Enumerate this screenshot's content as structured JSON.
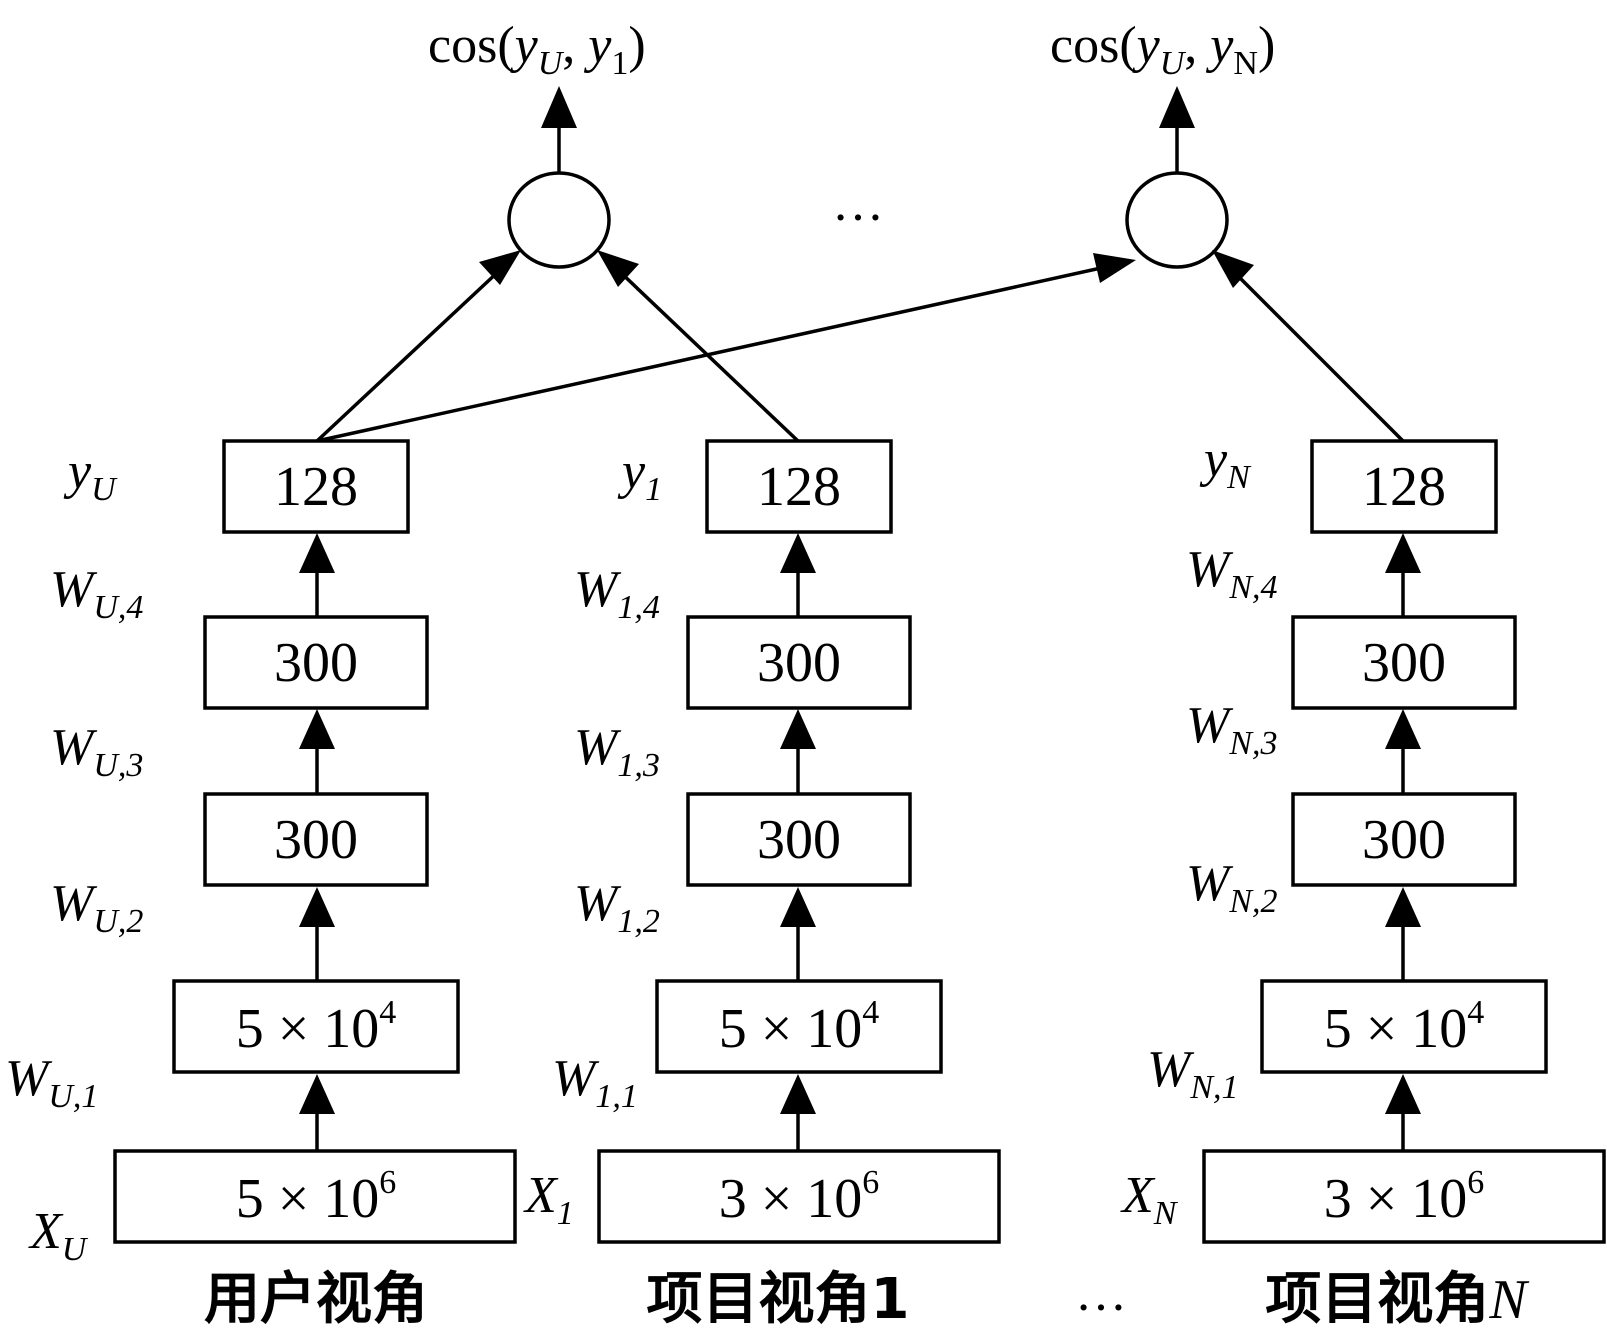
{
  "top_labels": {
    "left": {
      "prefix": "cos(",
      "v1": "y",
      "s1": "U",
      "sep": ", ",
      "v2": "y",
      "s2": "1",
      "suffix": ")"
    },
    "right": {
      "prefix": "cos(",
      "v1": "y",
      "s1": "U",
      "sep": ", ",
      "v2": "y",
      "s2": "N",
      "suffix": ")"
    }
  },
  "ellipsis": "…",
  "columns": [
    {
      "output": {
        "base": "y",
        "sub": "U"
      },
      "weights": [
        {
          "base": "W",
          "sub": "U,4"
        },
        {
          "base": "W",
          "sub": "U,3"
        },
        {
          "base": "W",
          "sub": "U,2"
        },
        {
          "base": "W",
          "sub": "U,1"
        }
      ],
      "input": {
        "base": "X",
        "sub": "U"
      },
      "layers": {
        "l4": "128",
        "l3": "300",
        "l2": "300",
        "l1_mant": "5 × 10",
        "l1_exp": "4",
        "l0_mant": "5 × 10",
        "l0_exp": "6"
      },
      "caption": "用户视角"
    },
    {
      "output": {
        "base": "y",
        "sub": "1"
      },
      "weights": [
        {
          "base": "W",
          "sub": "1,4"
        },
        {
          "base": "W",
          "sub": "1,3"
        },
        {
          "base": "W",
          "sub": "1,2"
        },
        {
          "base": "W",
          "sub": "1,1"
        }
      ],
      "input": {
        "base": "X",
        "sub": "1"
      },
      "layers": {
        "l4": "128",
        "l3": "300",
        "l2": "300",
        "l1_mant": "5 × 10",
        "l1_exp": "4",
        "l0_mant": "3 × 10",
        "l0_exp": "6"
      },
      "caption": "项目视角1"
    },
    {
      "output": {
        "base": "y",
        "sub": "N"
      },
      "weights": [
        {
          "base": "W",
          "sub": "N,4"
        },
        {
          "base": "W",
          "sub": "N,3"
        },
        {
          "base": "W",
          "sub": "N,2"
        },
        {
          "base": "W",
          "sub": "N,1"
        }
      ],
      "input": {
        "base": "X",
        "sub": "N"
      },
      "layers": {
        "l4": "128",
        "l3": "300",
        "l2": "300",
        "l1_mant": "5 × 10",
        "l1_exp": "4",
        "l0_mant": "3 × 10",
        "l0_exp": "6"
      },
      "caption_text": "项目视角",
      "caption_var": "N"
    }
  ]
}
